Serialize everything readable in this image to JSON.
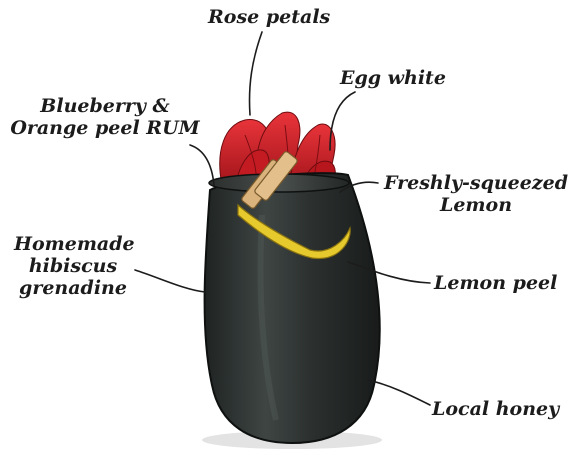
{
  "labels": {
    "rose_petals": "Rose petals",
    "egg_white": "Egg white",
    "rum_line1": "Blueberry &",
    "rum_line2": "Orange peel RUM",
    "lemon_line1": "Freshly-squeezed",
    "lemon_line2": "Lemon",
    "grenadine_line1": "Homemade",
    "grenadine_line2": "hibiscus",
    "grenadine_line3": "grenadine",
    "lemon_peel": "Lemon peel",
    "local_honey": "Local honey"
  },
  "colors": {
    "glass": "#2b302f",
    "glass_highlight": "#5a605e",
    "petals": "#d41f28",
    "petals_dark": "#8e1016",
    "peel": "#e6c92c",
    "clothespin": "#d9b27c",
    "ink": "#1c1c1c"
  },
  "icons": {
    "glass": "cocktail-glass-icon",
    "petals": "rose-petals-icon",
    "peel": "lemon-peel-icon",
    "pin": "clothespin-icon"
  }
}
